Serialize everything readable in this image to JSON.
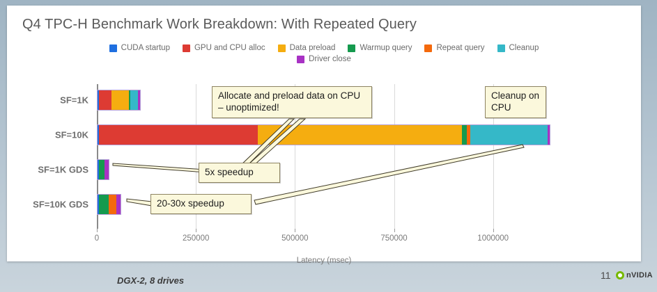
{
  "slide": {
    "title": "Q4 TPC-H Benchmark Work Breakdown: With Repeated Query",
    "footer_note": "DGX-2, 8 drives",
    "page_number": "11",
    "logo_text": "nVIDIA"
  },
  "callouts": [
    {
      "id": "preload",
      "text": "Allocate and preload data on CPU – unoptimized!"
    },
    {
      "id": "cleanup",
      "text": "Cleanup on CPU"
    },
    {
      "id": "speedup5x",
      "text": "5x speedup"
    },
    {
      "id": "speedup2030x",
      "text": "20-30x speedup"
    }
  ],
  "chart_data": {
    "type": "bar",
    "orientation": "horizontal",
    "stacked": true,
    "title": "Q4 TPC-H Benchmark Work Breakdown: With Repeated Query",
    "xlabel": "Latency (msec)",
    "ylabel": "",
    "xlim": [
      0,
      1150000
    ],
    "xticks": [
      0,
      250000,
      500000,
      750000,
      1000000
    ],
    "xtick_labels": [
      "0",
      "250000",
      "500000",
      "750000",
      "1000000"
    ],
    "grid": true,
    "legend_position": "top",
    "categories": [
      "SF=1K",
      "SF=10K",
      "SF=1K GDS",
      "SF=10K GDS"
    ],
    "series": [
      {
        "name": "CUDA startup",
        "color": "#1f6fe0",
        "values": [
          3000,
          4000,
          3000,
          3000
        ]
      },
      {
        "name": "GPU and CPU alloc",
        "color": "#dd3b33",
        "values": [
          34000,
          402000,
          0,
          0
        ]
      },
      {
        "name": "Data preload",
        "color": "#f5ad10",
        "values": [
          45000,
          517000,
          0,
          0
        ]
      },
      {
        "name": "Warmup query",
        "color": "#159a4e",
        "values": [
          3000,
          12000,
          16000,
          26000
        ]
      },
      {
        "name": "Repeat query",
        "color": "#f4690c",
        "values": [
          0,
          9000,
          0,
          22000
        ]
      },
      {
        "name": "Cleanup",
        "color": "#35b8c8",
        "values": [
          20000,
          196000,
          0,
          0
        ]
      },
      {
        "name": "Driver close",
        "color": "#a832c4",
        "values": [
          5000,
          5000,
          13000,
          10000
        ]
      }
    ]
  },
  "legend": [
    {
      "label": "CUDA startup",
      "color": "#1f6fe0"
    },
    {
      "label": "GPU and CPU alloc",
      "color": "#dd3b33"
    },
    {
      "label": "Data preload",
      "color": "#f5ad10"
    },
    {
      "label": "Warmup query",
      "color": "#159a4e"
    },
    {
      "label": "Repeat query",
      "color": "#f4690c"
    },
    {
      "label": "Cleanup",
      "color": "#35b8c8"
    },
    {
      "label": "Driver close",
      "color": "#a832c4"
    }
  ]
}
